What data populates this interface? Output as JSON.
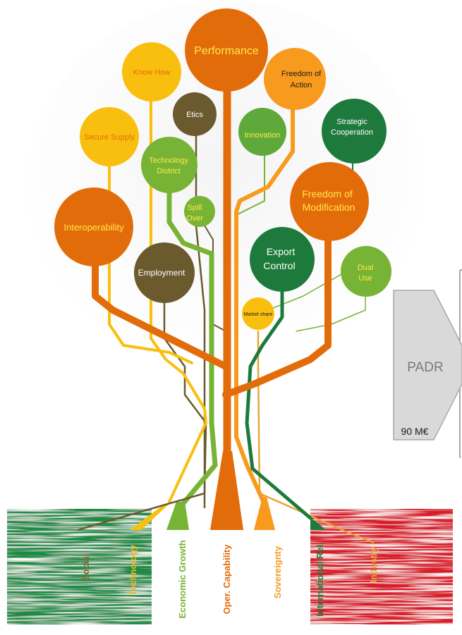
{
  "bubbles": {
    "performance": "Performance",
    "know_how": "Know How",
    "freedom_action_1": "Freedom of",
    "freedom_action_2": "Action",
    "etics": "Etics",
    "innovation": "Innovation",
    "strategic_1": "Strategic",
    "strategic_2": "Cooperation",
    "secure_supply": "Secure Supply",
    "tech_district_1": "Technology",
    "tech_district_2": "District",
    "spill_1": "Spill",
    "spill_2": "Over",
    "freedom_mod_1": "Freedom of",
    "freedom_mod_2": "Modification",
    "interoperability": "Interoperability",
    "export_1": "Export",
    "export_2": "Control",
    "dual_1": "Dual",
    "dual_2": "Use",
    "employment": "Employment",
    "market_share": "Market share"
  },
  "roots": {
    "social": "Social",
    "technology": "Technology",
    "economic_growth": "Economic Growth",
    "oper_capability": "Oper. Capability",
    "sovereignty": "Sovereignty",
    "international_rel": "International Rel.",
    "industry": "Industry"
  },
  "padr": {
    "label": "PADR",
    "amount": "90 M€"
  },
  "colors": {
    "dark_orange": "#E36C0A",
    "light_orange": "#F79A1E",
    "yellow": "#F9BF0E",
    "green": "#77B334",
    "dark_green": "#1E7A3C",
    "olive_brown": "#6B5A2E",
    "flag_green": "#1E8C45",
    "flag_red": "#D91E2A"
  }
}
